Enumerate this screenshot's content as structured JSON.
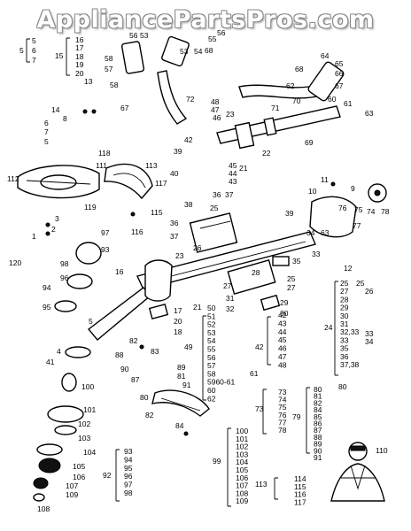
{
  "header": {
    "watermark": "AppliancePartsPros.com"
  },
  "callouts": [
    {
      "id": "c1",
      "text": "5"
    },
    {
      "id": "c2",
      "text": "5"
    },
    {
      "id": "c3",
      "text": "6"
    },
    {
      "id": "c4",
      "text": "7"
    },
    {
      "id": "c5",
      "text": "16"
    },
    {
      "id": "c6",
      "text": "17"
    },
    {
      "id": "c7",
      "text": "15"
    },
    {
      "id": "c8",
      "text": "18"
    },
    {
      "id": "c9",
      "text": "19"
    },
    {
      "id": "c10",
      "text": "20"
    },
    {
      "id": "c11",
      "text": "13"
    },
    {
      "id": "c12",
      "text": "56"
    },
    {
      "id": "c13",
      "text": "53"
    },
    {
      "id": "c14",
      "text": "58"
    },
    {
      "id": "c15",
      "text": "57"
    },
    {
      "id": "c16",
      "text": "58"
    },
    {
      "id": "c17",
      "text": "67"
    },
    {
      "id": "c18",
      "text": "55"
    },
    {
      "id": "c19",
      "text": "53"
    },
    {
      "id": "c20",
      "text": "54"
    },
    {
      "id": "c21",
      "text": "68"
    },
    {
      "id": "c22",
      "text": "56"
    },
    {
      "id": "c23",
      "text": "64"
    },
    {
      "id": "c24",
      "text": "68"
    },
    {
      "id": "c25",
      "text": "65"
    },
    {
      "id": "c26",
      "text": "66"
    },
    {
      "id": "c27",
      "text": "62"
    },
    {
      "id": "c28",
      "text": "67"
    },
    {
      "id": "c29",
      "text": "72"
    },
    {
      "id": "c30",
      "text": "70"
    },
    {
      "id": "c31",
      "text": "71"
    },
    {
      "id": "c32",
      "text": "60"
    },
    {
      "id": "c33",
      "text": "61"
    },
    {
      "id": "c34",
      "text": "63"
    },
    {
      "id": "c35",
      "text": "14"
    },
    {
      "id": "c36",
      "text": "8"
    },
    {
      "id": "c37",
      "text": "6"
    },
    {
      "id": "c38",
      "text": "7"
    },
    {
      "id": "c39",
      "text": "5"
    },
    {
      "id": "c40",
      "text": "48"
    },
    {
      "id": "c41",
      "text": "47"
    },
    {
      "id": "c42",
      "text": "46"
    },
    {
      "id": "c43",
      "text": "23"
    },
    {
      "id": "c44",
      "text": "42"
    },
    {
      "id": "c45",
      "text": "39"
    },
    {
      "id": "c46",
      "text": "40"
    },
    {
      "id": "c47",
      "text": "45"
    },
    {
      "id": "c48",
      "text": "44"
    },
    {
      "id": "c49",
      "text": "43"
    },
    {
      "id": "c50",
      "text": "21"
    },
    {
      "id": "c51",
      "text": "22"
    },
    {
      "id": "c52",
      "text": "69"
    },
    {
      "id": "c53",
      "text": "118"
    },
    {
      "id": "c54",
      "text": "111"
    },
    {
      "id": "c55",
      "text": "113"
    },
    {
      "id": "c56",
      "text": "112"
    },
    {
      "id": "c57",
      "text": "117"
    },
    {
      "id": "c58",
      "text": "119"
    },
    {
      "id": "c59",
      "text": "3"
    },
    {
      "id": "c60",
      "text": "2"
    },
    {
      "id": "c61",
      "text": "1"
    },
    {
      "id": "c62",
      "text": "11"
    },
    {
      "id": "c63",
      "text": "10"
    },
    {
      "id": "c64",
      "text": "9"
    },
    {
      "id": "c65",
      "text": "76"
    },
    {
      "id": "c66",
      "text": "75"
    },
    {
      "id": "c67",
      "text": "74"
    },
    {
      "id": "c68",
      "text": "78"
    },
    {
      "id": "c69",
      "text": "34"
    },
    {
      "id": "c70",
      "text": "63"
    },
    {
      "id": "c71",
      "text": "77"
    },
    {
      "id": "c72",
      "text": "36"
    },
    {
      "id": "c73",
      "text": "37"
    },
    {
      "id": "c74",
      "text": "38"
    },
    {
      "id": "c75",
      "text": "25"
    },
    {
      "id": "c76",
      "text": "39"
    },
    {
      "id": "c77",
      "text": "36"
    },
    {
      "id": "c78",
      "text": "37"
    },
    {
      "id": "c79",
      "text": "115"
    },
    {
      "id": "c80",
      "text": "116"
    },
    {
      "id": "c81",
      "text": "97"
    },
    {
      "id": "c82",
      "text": "93"
    },
    {
      "id": "c83",
      "text": "120"
    },
    {
      "id": "c84",
      "text": "98"
    },
    {
      "id": "c85",
      "text": "96"
    },
    {
      "id": "c86",
      "text": "94"
    },
    {
      "id": "c87",
      "text": "95"
    },
    {
      "id": "c88",
      "text": "26"
    },
    {
      "id": "c89",
      "text": "23"
    },
    {
      "id": "c90",
      "text": "33"
    },
    {
      "id": "c91",
      "text": "35"
    },
    {
      "id": "c92",
      "text": "12"
    },
    {
      "id": "c93",
      "text": "28"
    },
    {
      "id": "c94",
      "text": "27"
    },
    {
      "id": "c95",
      "text": "25"
    },
    {
      "id": "c96",
      "text": "31"
    },
    {
      "id": "c97",
      "text": "32"
    },
    {
      "id": "c98",
      "text": "27"
    },
    {
      "id": "c99",
      "text": "16"
    },
    {
      "id": "c100",
      "text": "29"
    },
    {
      "id": "c101",
      "text": "30"
    },
    {
      "id": "c102",
      "text": "21"
    },
    {
      "id": "c103",
      "text": "5"
    },
    {
      "id": "c104",
      "text": "17"
    },
    {
      "id": "c105",
      "text": "20"
    },
    {
      "id": "c106",
      "text": "18"
    },
    {
      "id": "c107",
      "text": "4"
    },
    {
      "id": "c108",
      "text": "41"
    },
    {
      "id": "c109",
      "text": "100"
    },
    {
      "id": "c110",
      "text": "82"
    },
    {
      "id": "c111",
      "text": "88"
    },
    {
      "id": "c112",
      "text": "83"
    },
    {
      "id": "c113",
      "text": "90"
    },
    {
      "id": "c114",
      "text": "87"
    },
    {
      "id": "c115",
      "text": "89"
    },
    {
      "id": "c116",
      "text": "81"
    },
    {
      "id": "c117",
      "text": "91"
    },
    {
      "id": "c118",
      "text": "80"
    },
    {
      "id": "c119",
      "text": "82"
    },
    {
      "id": "c120",
      "text": "84"
    },
    {
      "id": "c121",
      "text": "101"
    },
    {
      "id": "c122",
      "text": "102"
    },
    {
      "id": "c123",
      "text": "103"
    },
    {
      "id": "c124",
      "text": "104"
    },
    {
      "id": "c125",
      "text": "105"
    },
    {
      "id": "c126",
      "text": "106"
    },
    {
      "id": "c127",
      "text": "107"
    },
    {
      "id": "c128",
      "text": "109"
    },
    {
      "id": "c129",
      "text": "108"
    },
    {
      "id": "c130",
      "text": "110"
    }
  ],
  "lists": [
    {
      "id": "l49",
      "key": "49",
      "items": [
        "50",
        "51",
        "52",
        "53",
        "54",
        "55",
        "56",
        "57",
        "58",
        "5960-61",
        "60",
        "62"
      ]
    },
    {
      "id": "l42",
      "key": "42",
      "items": [
        "42",
        "43",
        "44",
        "45",
        "46",
        "47",
        "48"
      ]
    },
    {
      "id": "l24",
      "key": "24",
      "items": [
        "25",
        "27",
        "28",
        "29",
        "30",
        "31",
        "32,33",
        "33",
        "35",
        "36",
        "37,38"
      ]
    },
    {
      "id": "l73",
      "key": "73",
      "items": [
        "73",
        "74",
        "75",
        "76",
        "77",
        "78"
      ]
    },
    {
      "id": "l79",
      "key": "79",
      "items": [
        "80",
        "81",
        "82",
        "84",
        "85",
        "86",
        "87",
        "88",
        "89",
        "90",
        "91"
      ]
    },
    {
      "id": "l99",
      "key": "99",
      "items": [
        "100",
        "101",
        "102",
        "103",
        "104",
        "105",
        "106",
        "107",
        "108",
        "109"
      ]
    },
    {
      "id": "l92",
      "key": "92",
      "items": [
        "93",
        "94",
        "95",
        "96",
        "97",
        "98"
      ]
    },
    {
      "id": "l113",
      "key": "113",
      "items": [
        "114",
        "115",
        "116",
        "117"
      ]
    }
  ],
  "extra": {
    "l24_side_a": "25",
    "l24_side_b": "26",
    "l24_side_c": "33",
    "l24_side_d": "34",
    "l79_side": "80",
    "l113_side": "113",
    "l49_end": "61",
    "l42_sub": "42",
    "l24_dash": "26"
  }
}
